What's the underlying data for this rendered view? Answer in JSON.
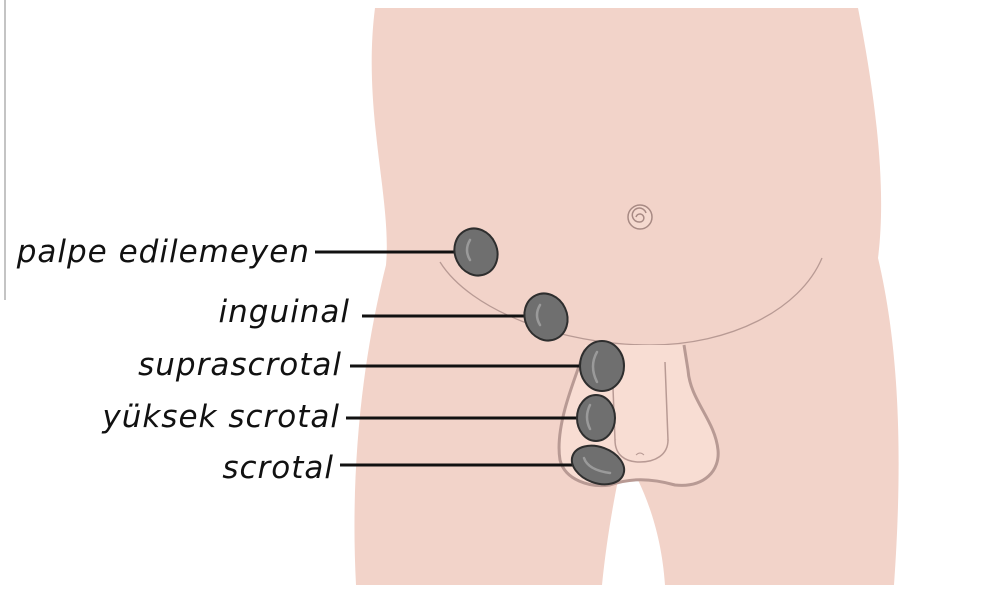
{
  "labels": {
    "nonpalpable": "palpe edilemeyen",
    "inguinal": "inguinal",
    "suprascrotal": "suprascrotal",
    "high_scrotal": "yüksek scrotal",
    "scrotal": "scrotal"
  },
  "colors": {
    "skin": "#f2d3c9",
    "skin_light": "#f8ddd3",
    "outline": "#b89a94",
    "testis": "#6f6f6f",
    "testis_outline": "#2e2e2e",
    "leader": "#111111"
  }
}
